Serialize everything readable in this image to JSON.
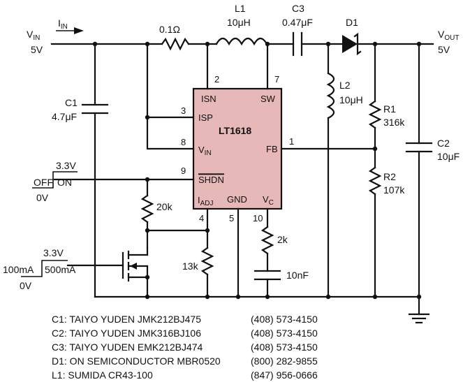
{
  "vin": {
    "label": "V",
    "sub": "IN",
    "value": "5V"
  },
  "iin": {
    "label": "I",
    "sub": "IN"
  },
  "vout": {
    "label": "V",
    "sub": "OUT",
    "value": "5V"
  },
  "r_sense": {
    "value": "0.1Ω"
  },
  "l1": {
    "ref": "L1",
    "value": "10μH"
  },
  "c3": {
    "ref": "C3",
    "value": "0.47μF"
  },
  "d1": {
    "ref": "D1"
  },
  "l2": {
    "ref": "L2",
    "value": "10μH"
  },
  "c1": {
    "ref": "C1",
    "value": "4.7μF"
  },
  "r1": {
    "ref": "R1",
    "value": "316k"
  },
  "r2": {
    "ref": "R2",
    "value": "107k"
  },
  "c2": {
    "ref": "C2",
    "value": "10μF"
  },
  "r_20k": {
    "value": "20k"
  },
  "r_13k": {
    "value": "13k"
  },
  "r_2k": {
    "value": "2k"
  },
  "c_10n": {
    "value": "10nF"
  },
  "ic": {
    "name": "LT1618",
    "pins": {
      "isn": "ISN",
      "sw": "SW",
      "isp": "ISP",
      "vin": "V",
      "vin_sub": "IN",
      "fb": "FB",
      "shdn": "SHDN",
      "iadj": "I",
      "iadj_sub": "ADJ",
      "gnd": "GND",
      "vc": "V",
      "vc_sub": "C"
    },
    "pin_numbers": {
      "isn": "2",
      "sw": "7",
      "isp": "3",
      "vin": "8",
      "fb": "1",
      "shdn": "9",
      "iadj": "4",
      "gnd": "5",
      "vc": "10"
    }
  },
  "shdn_ctrl": {
    "high": "3.3V",
    "off": "OFF",
    "on": "ON",
    "low": "0V"
  },
  "iset_ctrl": {
    "high": "3.3V",
    "low_current": "100mA",
    "high_current": "500mA",
    "low": "0V"
  },
  "bom": [
    {
      "part": "C1: TAIYO YUDEN JMK212BJ475",
      "phone": "(408) 573-4150"
    },
    {
      "part": "C2: TAIYO YUDEN JMK316BJ106",
      "phone": "(408) 573-4150"
    },
    {
      "part": "C3: TAIYO YUDEN EMK212BJ474",
      "phone": "(408) 573-4150"
    },
    {
      "part": "D1: ON SEMICONDUCTOR MBR0520",
      "phone": "(800) 282-9855"
    },
    {
      "part": "L1: SUMIDA CR43-100",
      "phone": "(847) 956-0666"
    }
  ],
  "colors": {
    "ic_fill": "#e6b8b8",
    "wire": "#111111"
  }
}
